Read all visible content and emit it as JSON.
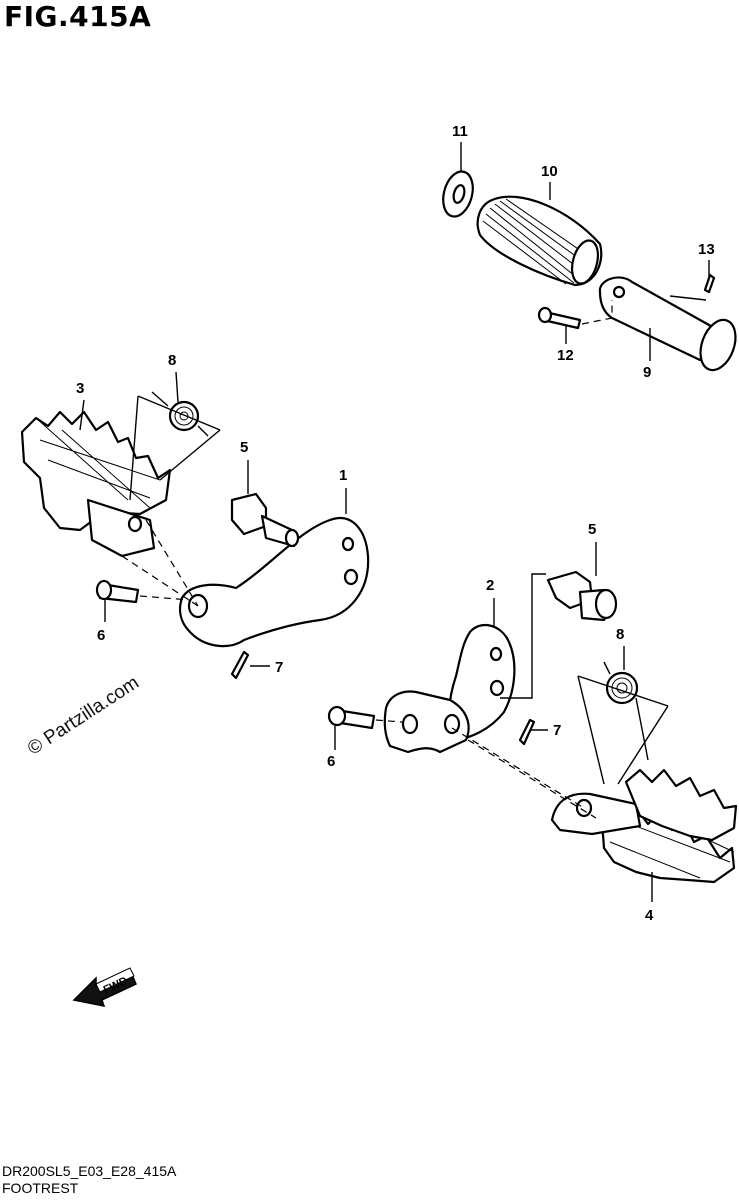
{
  "figure": {
    "title": "FIG.415A",
    "code": "DR200SL5_E03_E28_415A",
    "name": "FOOTREST",
    "watermark": "© Partzilla.com",
    "fwd_label": "FWD"
  },
  "callouts": {
    "c1": "1",
    "c2": "2",
    "c3": "3",
    "c4": "4",
    "c5a": "5",
    "c5b": "5",
    "c6a": "6",
    "c6b": "6",
    "c7a": "7",
    "c7b": "7",
    "c8a": "8",
    "c8b": "8",
    "c9": "9",
    "c10": "10",
    "c11": "11",
    "c12": "12",
    "c13": "13"
  }
}
